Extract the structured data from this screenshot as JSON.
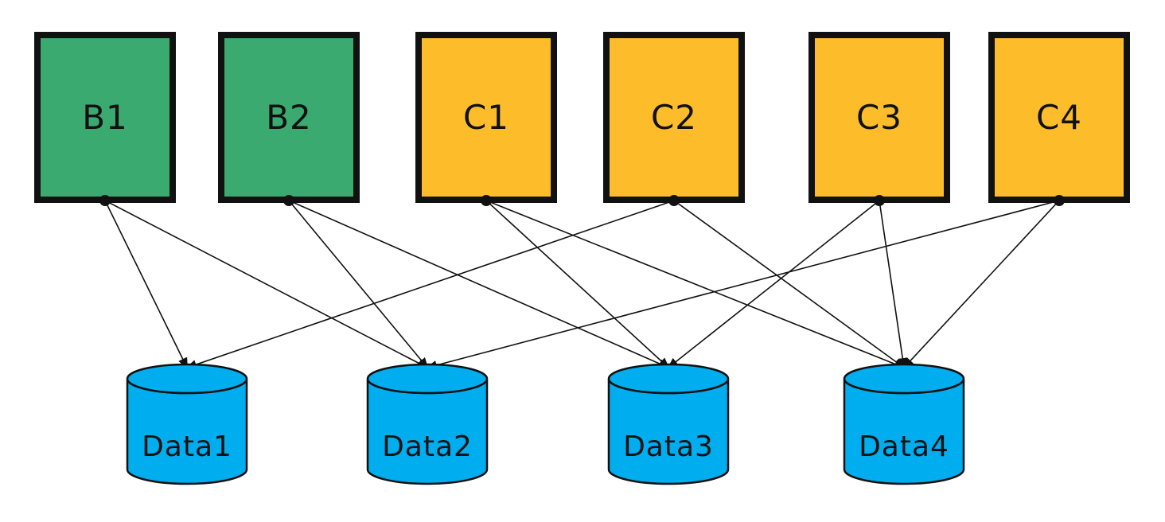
{
  "colors": {
    "b_fill": "#3aaa71",
    "c_fill": "#fdbd2b",
    "db_fill": "#00adee",
    "stroke": "#111111"
  },
  "nodes": [
    {
      "id": "B1",
      "label": "B1",
      "group": "b"
    },
    {
      "id": "B2",
      "label": "B2",
      "group": "b"
    },
    {
      "id": "C1",
      "label": "C1",
      "group": "c"
    },
    {
      "id": "C2",
      "label": "C2",
      "group": "c"
    },
    {
      "id": "C3",
      "label": "C3",
      "group": "c"
    },
    {
      "id": "C4",
      "label": "C4",
      "group": "c"
    }
  ],
  "databases": [
    {
      "id": "Data1",
      "label": "Data1"
    },
    {
      "id": "Data2",
      "label": "Data2"
    },
    {
      "id": "Data3",
      "label": "Data3"
    },
    {
      "id": "Data4",
      "label": "Data4"
    }
  ],
  "edges": [
    {
      "from": "B1",
      "to": "Data1"
    },
    {
      "from": "B1",
      "to": "Data2"
    },
    {
      "from": "B2",
      "to": "Data2"
    },
    {
      "from": "B2",
      "to": "Data3"
    },
    {
      "from": "C1",
      "to": "Data3"
    },
    {
      "from": "C1",
      "to": "Data4"
    },
    {
      "from": "C2",
      "to": "Data1"
    },
    {
      "from": "C2",
      "to": "Data4"
    },
    {
      "from": "C3",
      "to": "Data3"
    },
    {
      "from": "C3",
      "to": "Data4"
    },
    {
      "from": "C4",
      "to": "Data2"
    },
    {
      "from": "C4",
      "to": "Data4"
    }
  ]
}
